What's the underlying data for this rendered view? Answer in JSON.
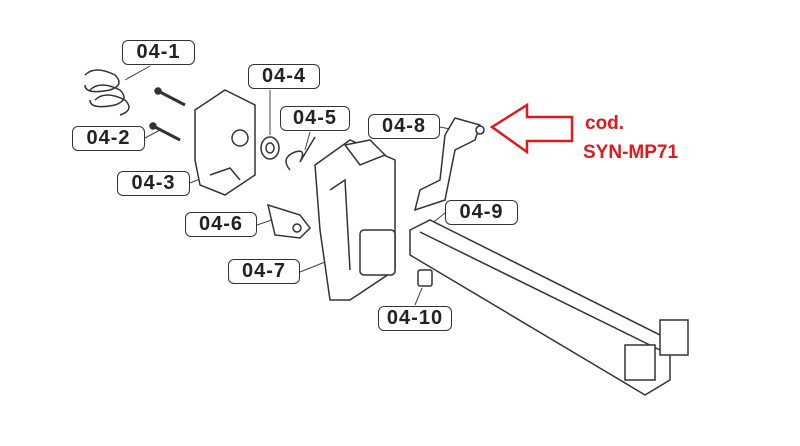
{
  "labels": [
    "04-1",
    "04-2",
    "04-3",
    "04-4",
    "04-5",
    "04-6",
    "04-7",
    "04-8",
    "04-9",
    "04-10"
  ],
  "annotation": {
    "line1": "cod.",
    "line2": "SYN-MP71",
    "color": "#e0191b"
  }
}
